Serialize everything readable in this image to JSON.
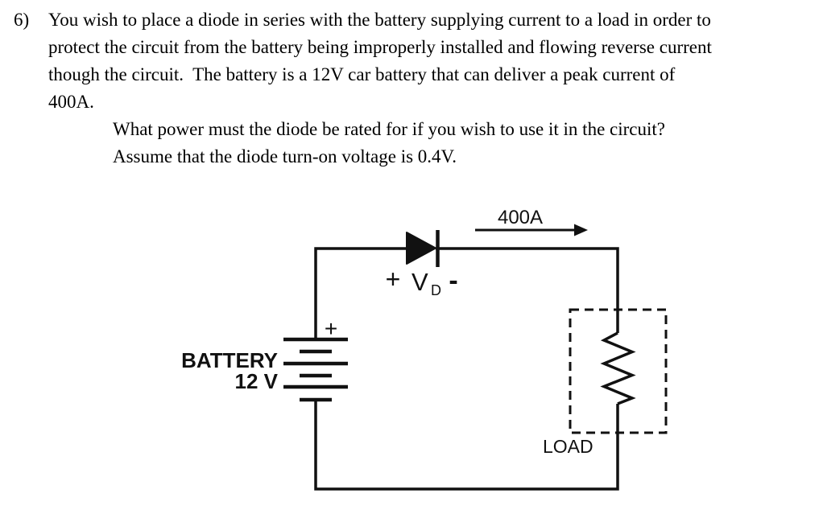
{
  "problem": {
    "number": "6)",
    "lines": [
      "You wish to place a diode in series with the battery supplying current to a load in order to",
      "protect the circuit from the battery being improperly installed and flowing reverse current",
      "though the circuit.  The battery is a 12V car battery that can deliver a peak current of",
      "400A."
    ],
    "question_lines": [
      "What power must the diode be rated for if you wish to use it in the circuit?",
      "Assume that the diode turn-on voltage is 0.4V."
    ]
  },
  "diagram": {
    "current_label": "400A",
    "diode": {
      "plus": "+",
      "v": "V",
      "sub": "D",
      "minus": "-"
    },
    "battery": {
      "plus": "+",
      "label": "BATTERY",
      "voltage": "12 V"
    },
    "load": {
      "label": "LOAD"
    },
    "colors": {
      "ink": "#111111",
      "background": "#ffffff"
    }
  }
}
